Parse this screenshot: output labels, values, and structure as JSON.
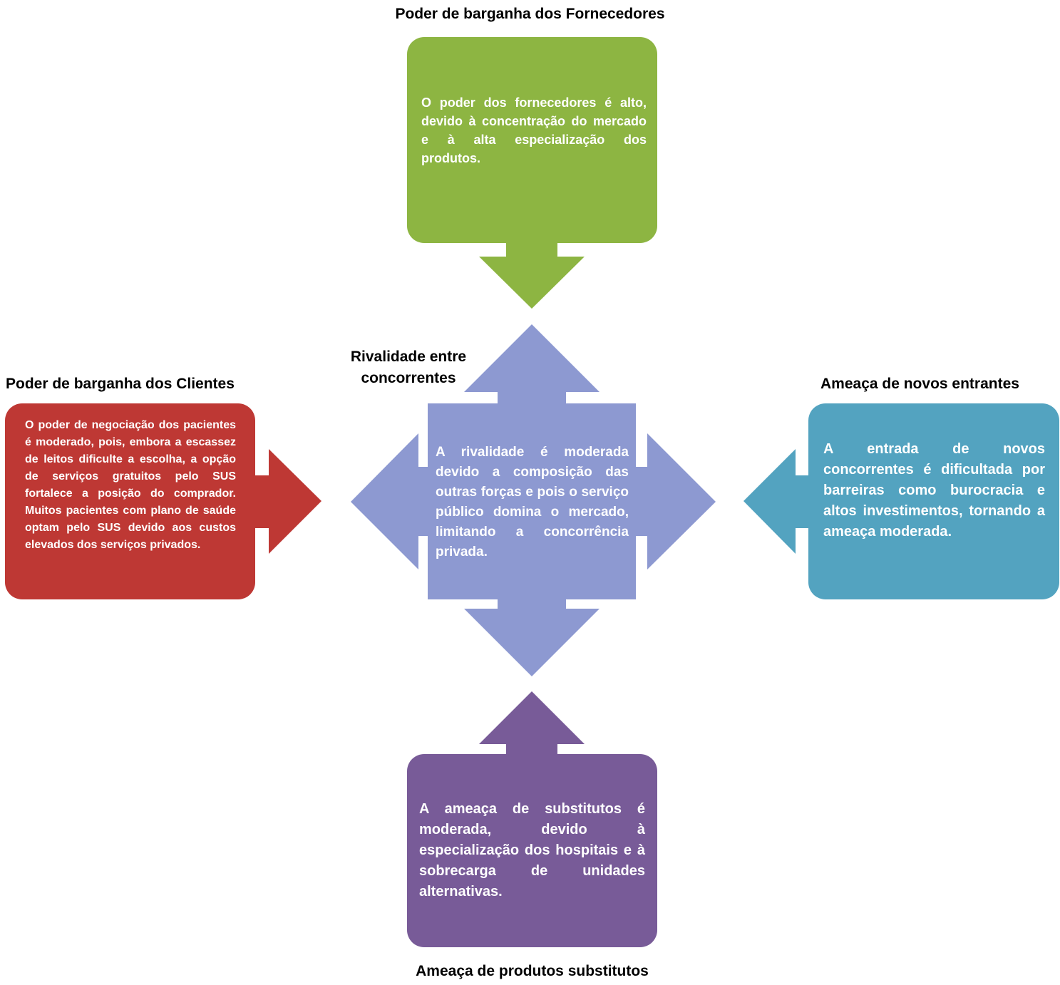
{
  "colors": {
    "suppliers": "#8db542",
    "clients": "#be3834",
    "rivalry": "#8d99d1",
    "new_entrants": "#53a3c0",
    "substitutes": "#785b98"
  },
  "forces": {
    "suppliers": {
      "title": "Poder de barganha dos Fornecedores",
      "text": "O poder dos fornecedores é alto, devido à concentração do mercado e à alta especialização dos produtos."
    },
    "clients": {
      "title": "Poder de barganha dos Clientes",
      "text": "O poder de negociação dos pacientes é moderado, pois, embora a escassez de leitos dificulte a escolha, a opção de serviços gratuitos pelo SUS fortalece a posição do comprador. Muitos pacientes com plano de saúde optam pelo SUS devido aos custos elevados dos serviços privados."
    },
    "rivalry": {
      "title_line1": "Rivalidade entre",
      "title_line2": "concorrentes",
      "text": "A rivalidade é moderada devido a composição das outras forças e pois o serviço público domina o mercado, limitando a concorrência privada."
    },
    "new_entrants": {
      "title": "Ameaça de novos entrantes",
      "text": "A entrada de novos concorrentes é dificultada por barreiras como burocracia e altos investimentos, tornando a ameaça moderada."
    },
    "substitutes": {
      "title": "Ameaça de produtos substitutos",
      "text": "A ameaça de substitutos é moderada, devido à especialização dos hospitais e à sobrecarga de unidades alternativas."
    }
  }
}
